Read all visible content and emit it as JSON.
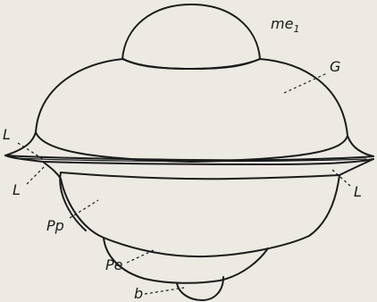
{
  "labels": {
    "me": "me",
    "me_sub": "1",
    "G": "G",
    "L_upper": "L",
    "L_lower_left": "L",
    "L_right": "L",
    "Pp": "Pp",
    "Pe": "Pe",
    "b": "b"
  },
  "colors": {
    "background": "#eceae2",
    "ink": "#1b1b1b"
  }
}
